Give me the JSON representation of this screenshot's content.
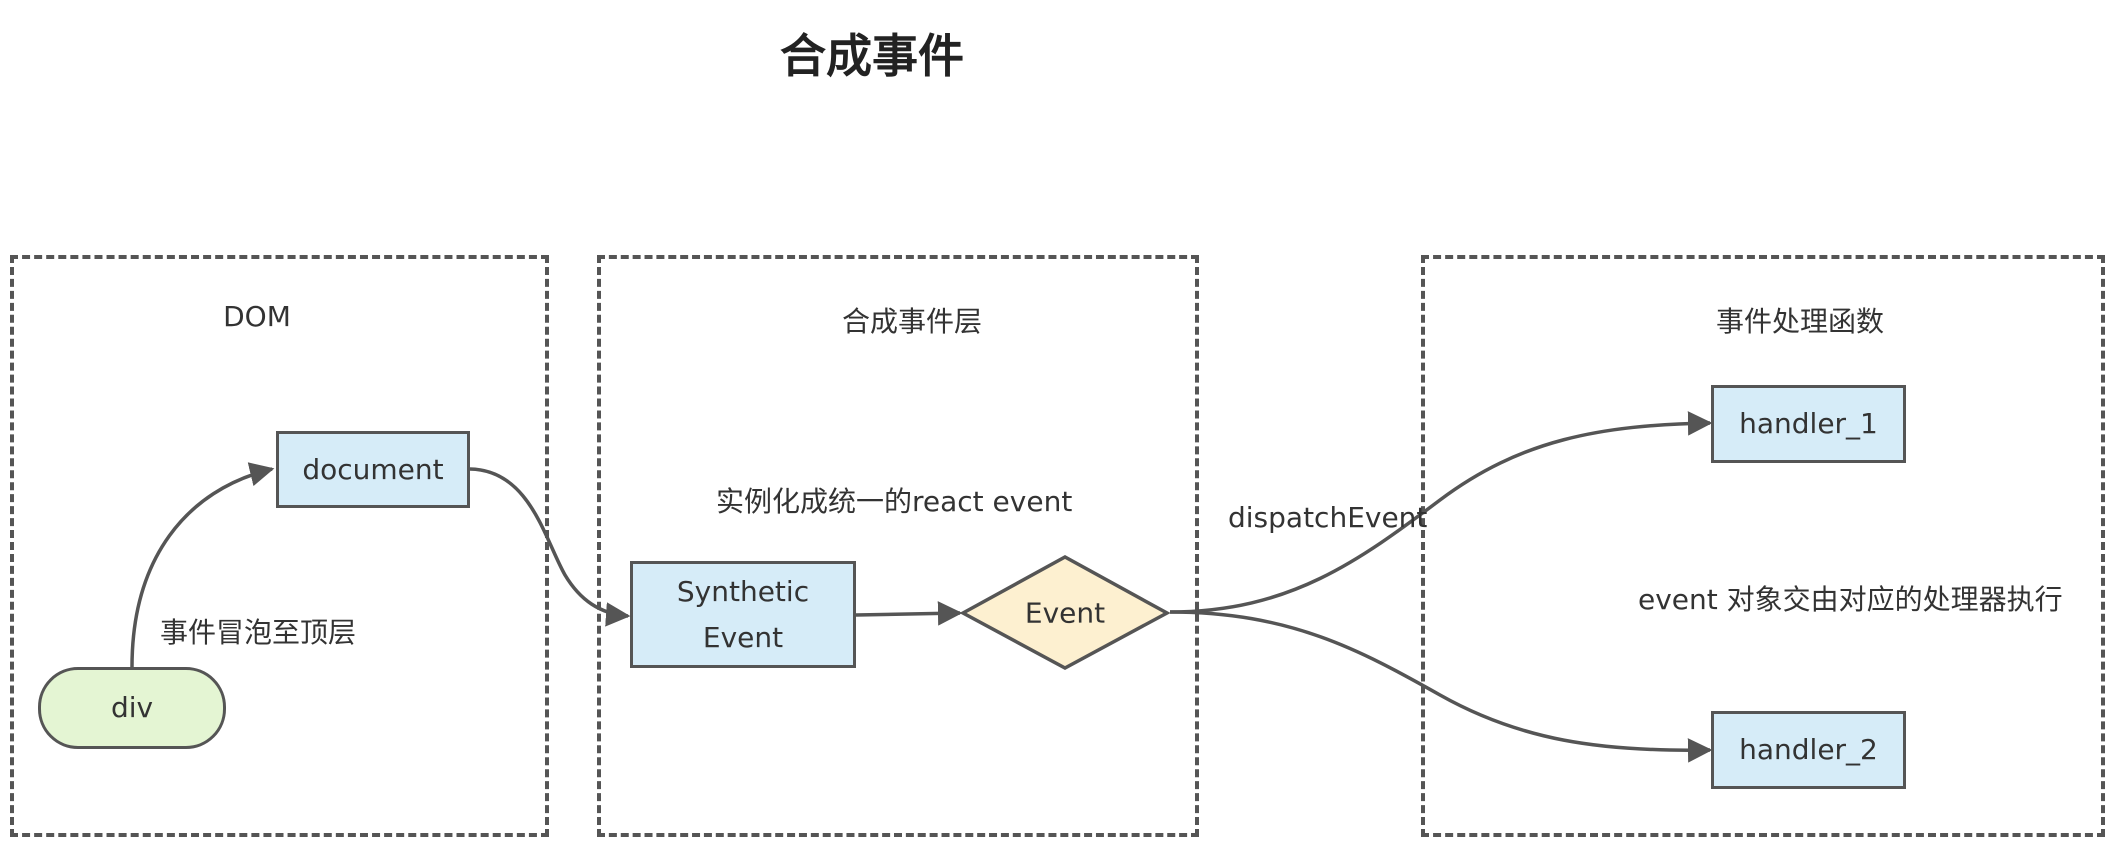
{
  "title": "合成事件",
  "groups": {
    "dom": "DOM",
    "synthetic_layer": "合成事件层",
    "handlers": "事件处理函数"
  },
  "nodes": {
    "div": "div",
    "document": "document",
    "synthetic_event_line1": "Synthetic",
    "synthetic_event_line2": "Event",
    "event": "Event",
    "handler_1": "handler_1",
    "handler_2": "handler_2"
  },
  "labels": {
    "bubble": "事件冒泡至顶层",
    "instantiate": "实例化成统一的react event",
    "dispatch": "dispatchEvent",
    "execute": "event 对象交由对应的处理器执行"
  },
  "colors": {
    "line": "#555555",
    "box_blue": "#d6ecf8",
    "box_green": "#e4f5d3",
    "diamond_fill": "#fdf0d0"
  }
}
